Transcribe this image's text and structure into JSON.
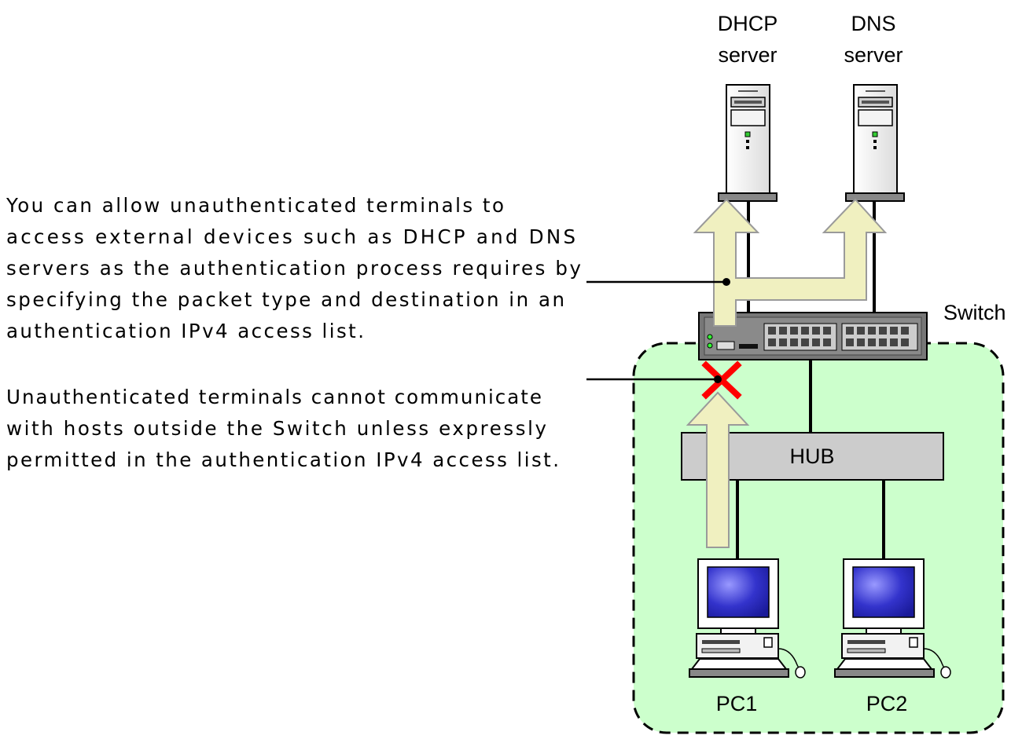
{
  "devices": {
    "dhcp_server": {
      "line1": "DHCP",
      "line2": "server"
    },
    "dns_server": {
      "line1": "DNS",
      "line2": "server"
    },
    "switch": {
      "label": "Switch"
    },
    "hub": {
      "label": "HUB"
    },
    "pc1": {
      "label": "PC1"
    },
    "pc2": {
      "label": "PC2"
    }
  },
  "notes": {
    "permitted": {
      "lines": [
        "You can allow unauthenticated terminals to",
        "access external devices such as DHCP and DNS",
        "servers as the authentication process requires by",
        "specifying the packet type and destination in an",
        "authentication IPv4 access list."
      ]
    },
    "blocked": {
      "lines": [
        "Unauthenticated terminals cannot communicate",
        "with hosts outside the Switch unless expressly",
        "permitted in the authentication IPv4 access list."
      ]
    }
  },
  "colors": {
    "zone_fill": "#ccffcc",
    "arrow_fill": "#f0f0c0",
    "block_mark": "#ff0000",
    "monitor_screen": "#3333cc"
  }
}
